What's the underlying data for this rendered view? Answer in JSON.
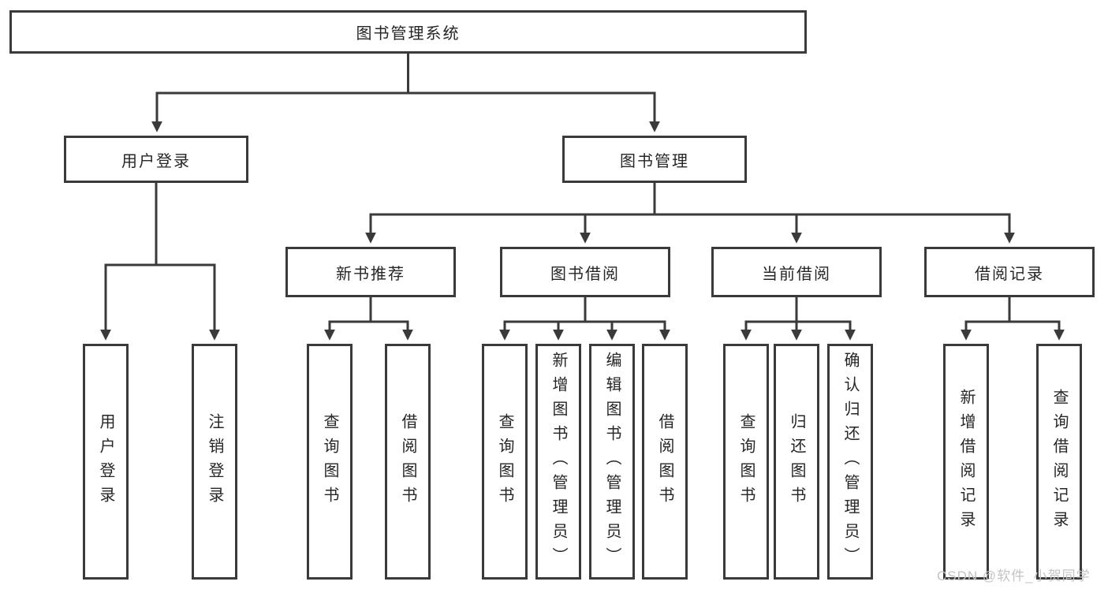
{
  "tree": {
    "label": "图书管理系统",
    "children": [
      {
        "label": "用户登录",
        "children": [
          {
            "label": "用户登录"
          },
          {
            "label": "注销登录"
          }
        ]
      },
      {
        "label": "图书管理",
        "children": [
          {
            "label": "新书推荐",
            "children": [
              {
                "label": "查询图书"
              },
              {
                "label": "借阅图书"
              }
            ]
          },
          {
            "label": "图书借阅",
            "children": [
              {
                "label": "查询图书"
              },
              {
                "label": "新增图书（管理员）"
              },
              {
                "label": "编辑图书（管理员）"
              },
              {
                "label": "借阅图书"
              }
            ]
          },
          {
            "label": "当前借阅",
            "children": [
              {
                "label": "查询图书"
              },
              {
                "label": "归还图书"
              },
              {
                "label": "确认归还（管理员）"
              }
            ]
          },
          {
            "label": "借阅记录",
            "children": [
              {
                "label": "新增借阅记录"
              },
              {
                "label": "查询借阅记录"
              }
            ]
          }
        ]
      }
    ]
  },
  "watermark": {
    "text": "CSDN @软件_小贺同学"
  },
  "colors": {
    "line": "#3a3a3a",
    "text": "#262626",
    "watermark": "#c4c4c4"
  }
}
